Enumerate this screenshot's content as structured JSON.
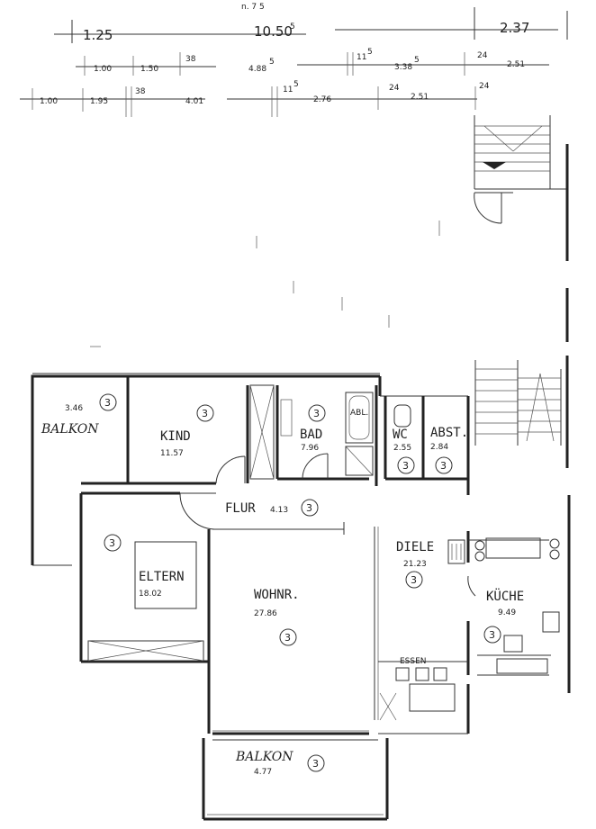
{
  "header_note": "n. 7 5",
  "dimensions": {
    "row1": [
      "1.25",
      "10.50",
      "5",
      "2.37"
    ],
    "row2": [
      "1.00",
      "1.50",
      "38",
      "4.88",
      "5",
      "11",
      "5",
      "3.38",
      "5",
      "24",
      "2.51"
    ],
    "row3": [
      "1.00",
      "1.95",
      "38",
      "4.01",
      "11",
      "5",
      "2.76",
      "24",
      "2.51",
      "24"
    ]
  },
  "rooms": {
    "balkon_top": {
      "label": "BALKON",
      "area": "3.46",
      "circle": "3"
    },
    "kind": {
      "label": "KIND",
      "area": "11.57",
      "circle": "3"
    },
    "bad": {
      "label": "BAD",
      "area": "7.96",
      "circle": "3",
      "fixture": "ABL."
    },
    "wc": {
      "label": "WC",
      "area": "2.55",
      "circle": "3"
    },
    "abst": {
      "label": "ABST.",
      "area": "2.84",
      "circle": "3"
    },
    "flur": {
      "label": "FLUR",
      "area": "4.13",
      "circle": "3"
    },
    "diele": {
      "label": "DIELE",
      "area": "21.23",
      "circle": "3"
    },
    "eltern": {
      "label": "ELTERN",
      "area": "18.02",
      "circle": "3"
    },
    "wohnr": {
      "label": "WOHNR.",
      "area": "27.86",
      "circle": "3"
    },
    "kueche": {
      "label": "KÜCHE",
      "area": "9.49",
      "circle": "3"
    },
    "essen": {
      "label": "ESSEN"
    },
    "balkon_bottom": {
      "label": "BALKON",
      "area": "4.77",
      "circle": "3"
    }
  }
}
